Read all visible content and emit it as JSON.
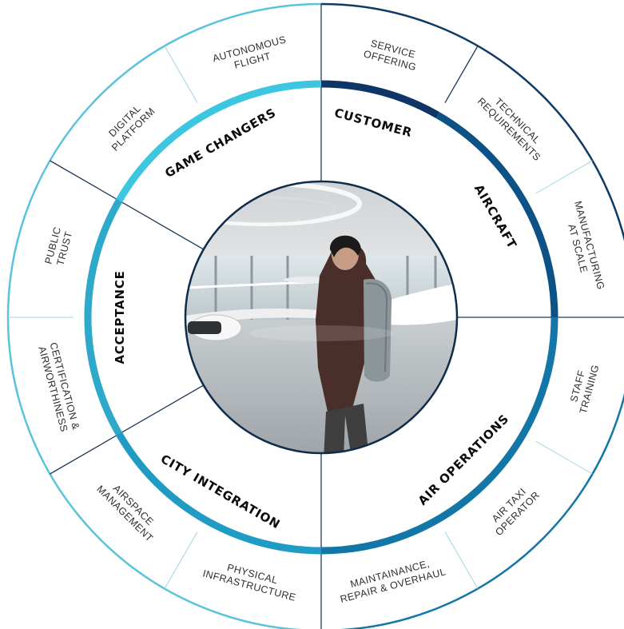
{
  "colors": {
    "outer_stroke_light": "#5ac3dc",
    "outer_stroke_dark": "#0e3a66",
    "divider": "#9fd3e6",
    "ring_acceptance": "#2fa9c9",
    "ring_game_changers": "#3cc6e0",
    "ring_customer": "#0e3565",
    "ring_aircraft": "#0c5285",
    "ring_air_operations": "#1276a6",
    "ring_city_integration": "#209cc4"
  },
  "categories": [
    {
      "key": "customer",
      "label": "CUSTOMER"
    },
    {
      "key": "aircraft",
      "label": "AIRCRAFT"
    },
    {
      "key": "air_operations",
      "label": "AIR OPERATIONS"
    },
    {
      "key": "city_integration",
      "label": "CITY INTEGRATION"
    },
    {
      "key": "acceptance",
      "label": "ACCEPTANCE"
    },
    {
      "key": "game_changers",
      "label": "GAME CHANGERS"
    }
  ],
  "segments": [
    {
      "key": "service_offering",
      "lines": [
        "SERVICE",
        "OFFERING"
      ]
    },
    {
      "key": "technical_requirements",
      "lines": [
        "TECHNICAL",
        "REQUIREMENTS"
      ]
    },
    {
      "key": "manufacturing_at_scale",
      "lines": [
        "MANUFACTURING",
        "AT SCALE"
      ]
    },
    {
      "key": "staff_training",
      "lines": [
        "STAFF",
        "TRAINING"
      ]
    },
    {
      "key": "air_taxi_operator",
      "lines": [
        "AIR TAXI",
        "OPERATOR"
      ]
    },
    {
      "key": "maintenance",
      "lines": [
        "MAINTAINANCE,",
        "REPAIR & OVERHAUL"
      ]
    },
    {
      "key": "physical_infrastructure",
      "lines": [
        "PHYSICAL",
        "INFRASTRUCTURE"
      ]
    },
    {
      "key": "airspace_management",
      "lines": [
        "AIRSPACE",
        "MANAGEMENT"
      ]
    },
    {
      "key": "certification",
      "lines": [
        "CERTIFICATION &",
        "AIRWORTHINESS"
      ]
    },
    {
      "key": "public_trust",
      "lines": [
        "PUBLIC",
        "TRUST"
      ]
    },
    {
      "key": "digital_platform",
      "lines": [
        "DIGITAL",
        "PLATFORM"
      ]
    },
    {
      "key": "autonomous_flight",
      "lines": [
        "AUTONOMOUS",
        "FLIGHT"
      ]
    }
  ]
}
